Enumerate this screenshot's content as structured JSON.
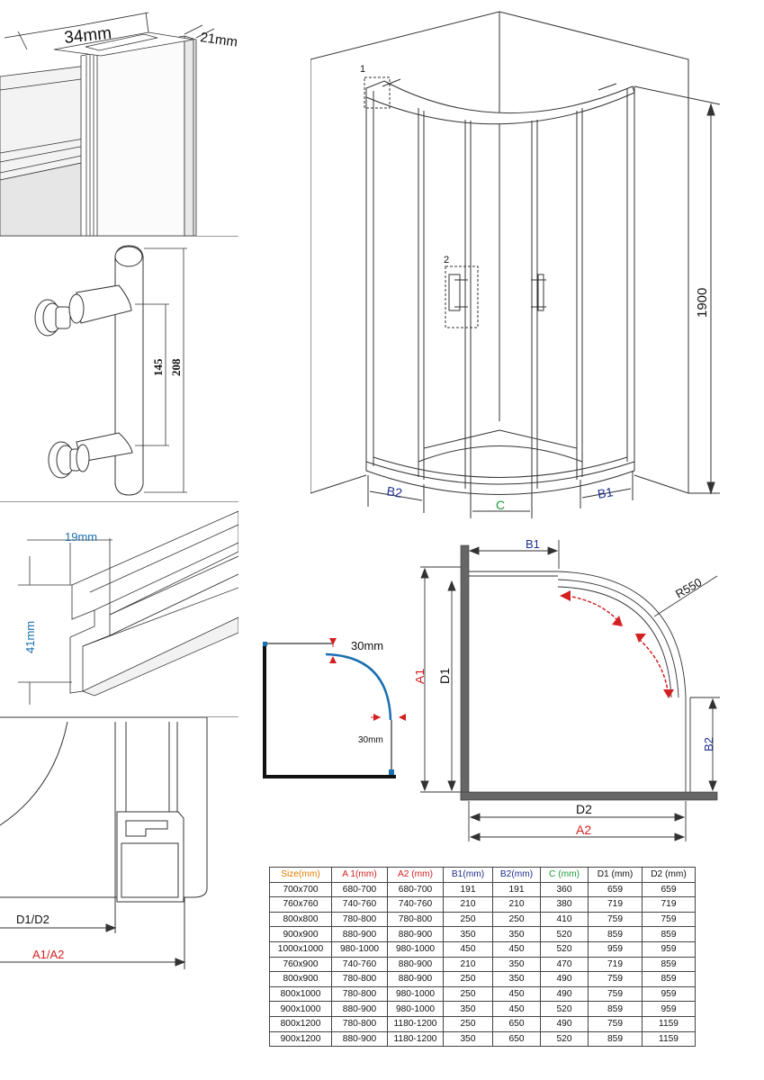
{
  "detail_profile_top": {
    "width_label": "34mm",
    "depth_label": "21mm"
  },
  "detail_handle": {
    "inner_label": "145",
    "outer_label": "208"
  },
  "detail_rail": {
    "width_label": "19mm",
    "height_label": "41mm"
  },
  "detail_corner": {
    "label": "D1/D2",
    "label_outer": "A1/A2"
  },
  "main_view": {
    "callout_1": "1",
    "callout_2": "2",
    "height_label": "1900",
    "label_b1": "B1",
    "label_b2": "B2",
    "label_c": "C"
  },
  "bend_detail": {
    "top_label": "30mm",
    "side_label": "30mm"
  },
  "plan_view": {
    "label_b1": "B1",
    "label_b2": "B2",
    "label_a1": "A1",
    "label_d1": "D1",
    "label_d2": "D2",
    "label_a2": "A2",
    "label_radius": "R550"
  },
  "colors": {
    "size_header": "#e07b00",
    "a_header": "#d42020",
    "b_header": "#1f2f8a",
    "c_header": "#1e9a3a",
    "d_header": "#111111",
    "dim_blue": "#1a6fb0",
    "arrow_red": "#d42020"
  },
  "table": {
    "headers": [
      "Size(mm)",
      "A 1(mm)",
      "A2 (mm)",
      "B1(mm)",
      "B2(mm)",
      "C (mm)",
      "D1 (mm)",
      "D2 (mm)"
    ],
    "rows": [
      [
        "700x700",
        "680-700",
        "680-700",
        "191",
        "191",
        "360",
        "659",
        "659"
      ],
      [
        "760x760",
        "740-760",
        "740-760",
        "210",
        "210",
        "380",
        "719",
        "719"
      ],
      [
        "800x800",
        "780-800",
        "780-800",
        "250",
        "250",
        "410",
        "759",
        "759"
      ],
      [
        "900x900",
        "880-900",
        "880-900",
        "350",
        "350",
        "520",
        "859",
        "859"
      ],
      [
        "1000x1000",
        "980-1000",
        "980-1000",
        "450",
        "450",
        "520",
        "959",
        "959"
      ],
      [
        "760x900",
        "740-760",
        "880-900",
        "210",
        "350",
        "470",
        "719",
        "859"
      ],
      [
        "800x900",
        "780-800",
        "880-900",
        "250",
        "350",
        "490",
        "759",
        "859"
      ],
      [
        "800x1000",
        "780-800",
        "980-1000",
        "250",
        "450",
        "490",
        "759",
        "959"
      ],
      [
        "900x1000",
        "880-900",
        "980-1000",
        "350",
        "450",
        "520",
        "859",
        "959"
      ],
      [
        "800x1200",
        "780-800",
        "1180-1200",
        "250",
        "650",
        "490",
        "759",
        "1159"
      ],
      [
        "900x1200",
        "880-900",
        "1180-1200",
        "350",
        "650",
        "520",
        "859",
        "1159"
      ]
    ]
  }
}
